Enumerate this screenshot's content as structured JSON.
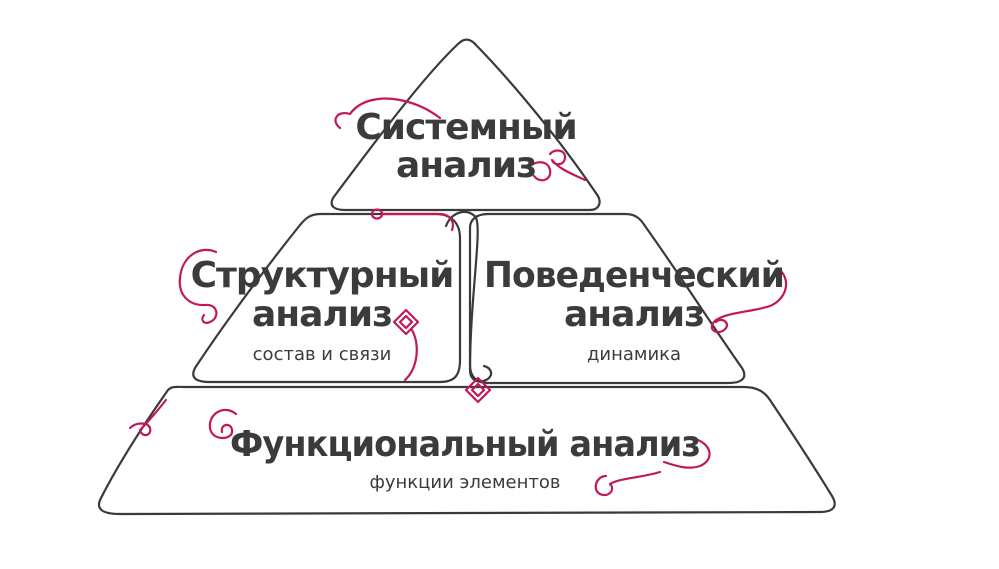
{
  "colors": {
    "outline": "#3a3a3a",
    "accent": "#c2185b",
    "text": "#3b3b3b",
    "background": "#ffffff"
  },
  "top": {
    "title_line1": "Системный",
    "title_line2": "анализ"
  },
  "left": {
    "title_line1": "Структурный",
    "title_line2": "анализ",
    "subtitle": "состав и связи"
  },
  "right": {
    "title_line1": "Поведенческий",
    "title_line2": "анализ",
    "subtitle": "динамика"
  },
  "bottom": {
    "title": "Функциональный анализ",
    "subtitle": "функции элементов"
  }
}
